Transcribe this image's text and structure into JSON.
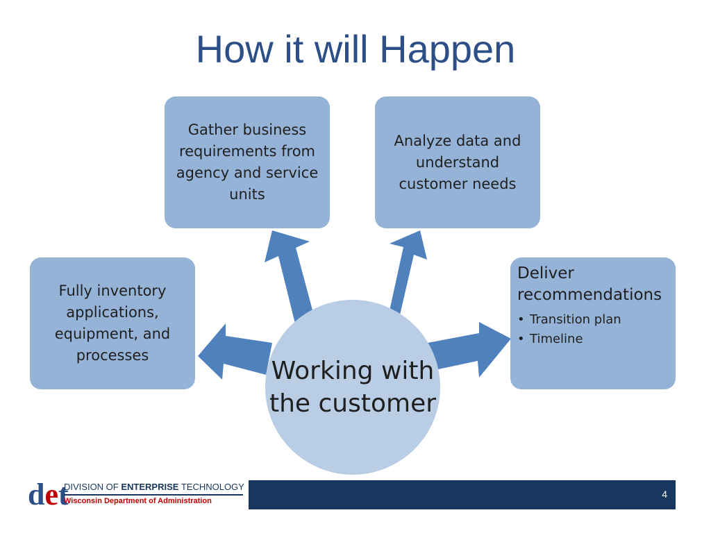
{
  "slide": {
    "title": "How it will Happen",
    "page_number": "4"
  },
  "center": {
    "label": "Working with the customer"
  },
  "boxes": {
    "gather": "Gather business requirements from agency and service units",
    "analyze": "Analyze data and understand customer needs",
    "inventory": "Fully inventory applications, equipment, and processes",
    "deliver": {
      "title": "Deliver recommendations",
      "bullets": [
        "Transition plan",
        "Timeline"
      ]
    }
  },
  "logo": {
    "mark": "det",
    "line1_prefix": "DIVISION OF",
    "line1_bold": "ENTERPRISE",
    "line1_suffix": "TECHNOLOGY",
    "line2": "Wisconsin Department of Administration"
  },
  "colors": {
    "title": "#2b4f86",
    "box_fill": "#95b3d7",
    "circle_fill": "#b9cde5",
    "arrow_fill": "#4f81bd",
    "footer_bar": "#17375e"
  }
}
